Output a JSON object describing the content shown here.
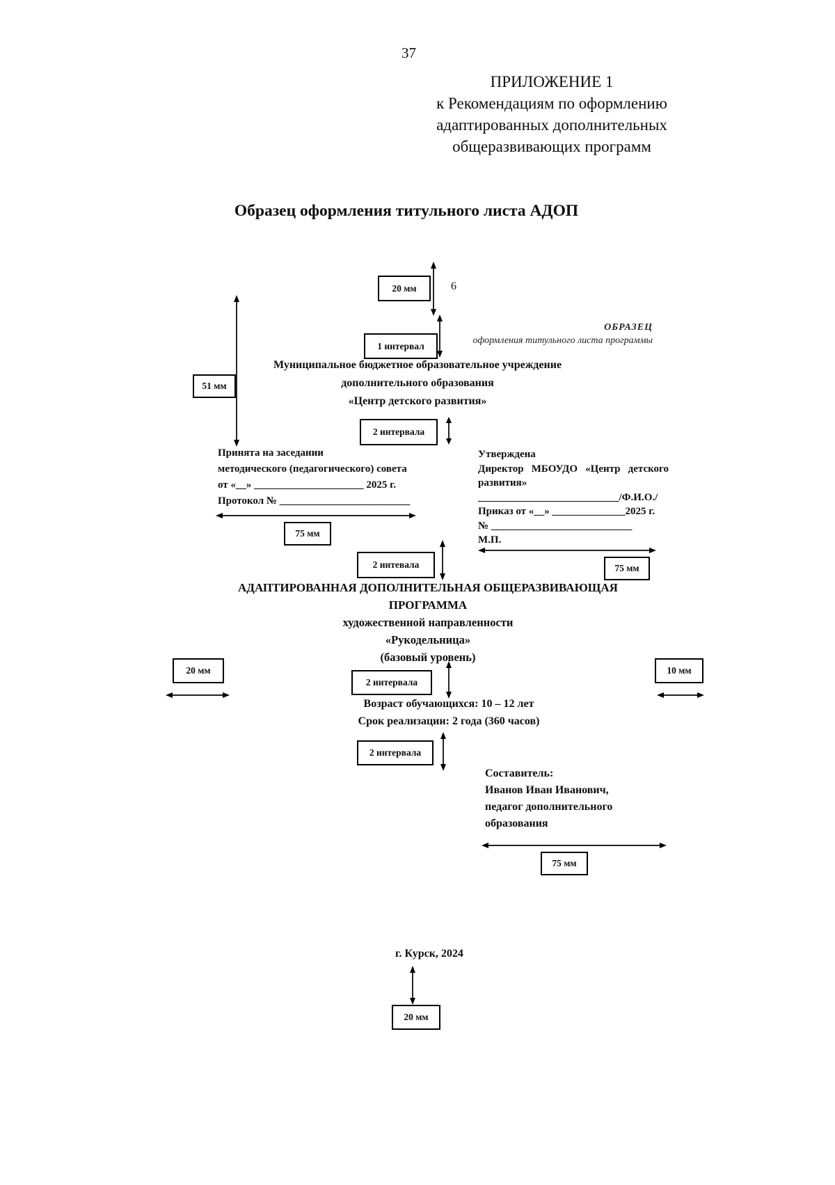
{
  "page": {
    "number": "37",
    "appendix": {
      "title": "ПРИЛОЖЕНИЕ 1",
      "line2": "к Рекомендациям по оформлению",
      "line3": "адаптированных дополнительных",
      "line4": "общеразвивающих программ"
    },
    "title": "Образец оформления титульного листа АДОП"
  },
  "fig": {
    "top20": "20 мм",
    "num6": "6",
    "interval1": "1 интервал",
    "note": {
      "line1": "ОБРАЗЕЦ",
      "line2": "оформления титульного листа программы"
    },
    "left51": "51 мм",
    "inst": {
      "line1": "Муниципальное бюджетное образовательное учреждение",
      "line2": "дополнительного образования",
      "line3": "«Центр детского развития»"
    },
    "interval2a": "2 интервала",
    "accepted": {
      "line1": "Принята на заседании",
      "line2": "методического (педагогического) совета",
      "line3": "от «__» _____________________ 2025 г.",
      "line4": "Протокол № _________________________"
    },
    "w75a": "75 мм",
    "approved": {
      "line1": "Утверждена",
      "line2": "Директор МБОУДО «Центр детского",
      "line3": "развития»",
      "line4": "___________________________/Ф.И.О./",
      "line5": "Приказ от «__» ______________2025 г.",
      "line6": "№ ___________________________",
      "line7": "М.П."
    },
    "w75b": "75 мм",
    "interval2b": "2 интевала",
    "program": {
      "line1": "АДАПТИРОВАННАЯ ДОПОЛНИТЕЛЬНАЯ ОБЩЕРАЗВИВАЮЩАЯ",
      "line2": "ПРОГРАММА",
      "line3": "художественной направленности",
      "line4": "«Рукодельница»",
      "line5": "(базовый уровень)"
    },
    "left20": "20 мм",
    "right10": "10 мм",
    "interval2c": "2 интервала",
    "age": "Возраст обучающихся: 10 – 12 лет",
    "duration": "Срок реализации: 2 года (360 часов)",
    "interval2d": "2 интервала",
    "composer": {
      "line1": "Составитель:",
      "line2": "Иванов Иван Иванович,",
      "line3": "педагог дополнительного",
      "line4": "образования"
    },
    "w75c": "75 мм",
    "city": "г. Курск, 2024",
    "bottom20": "20 мм"
  }
}
